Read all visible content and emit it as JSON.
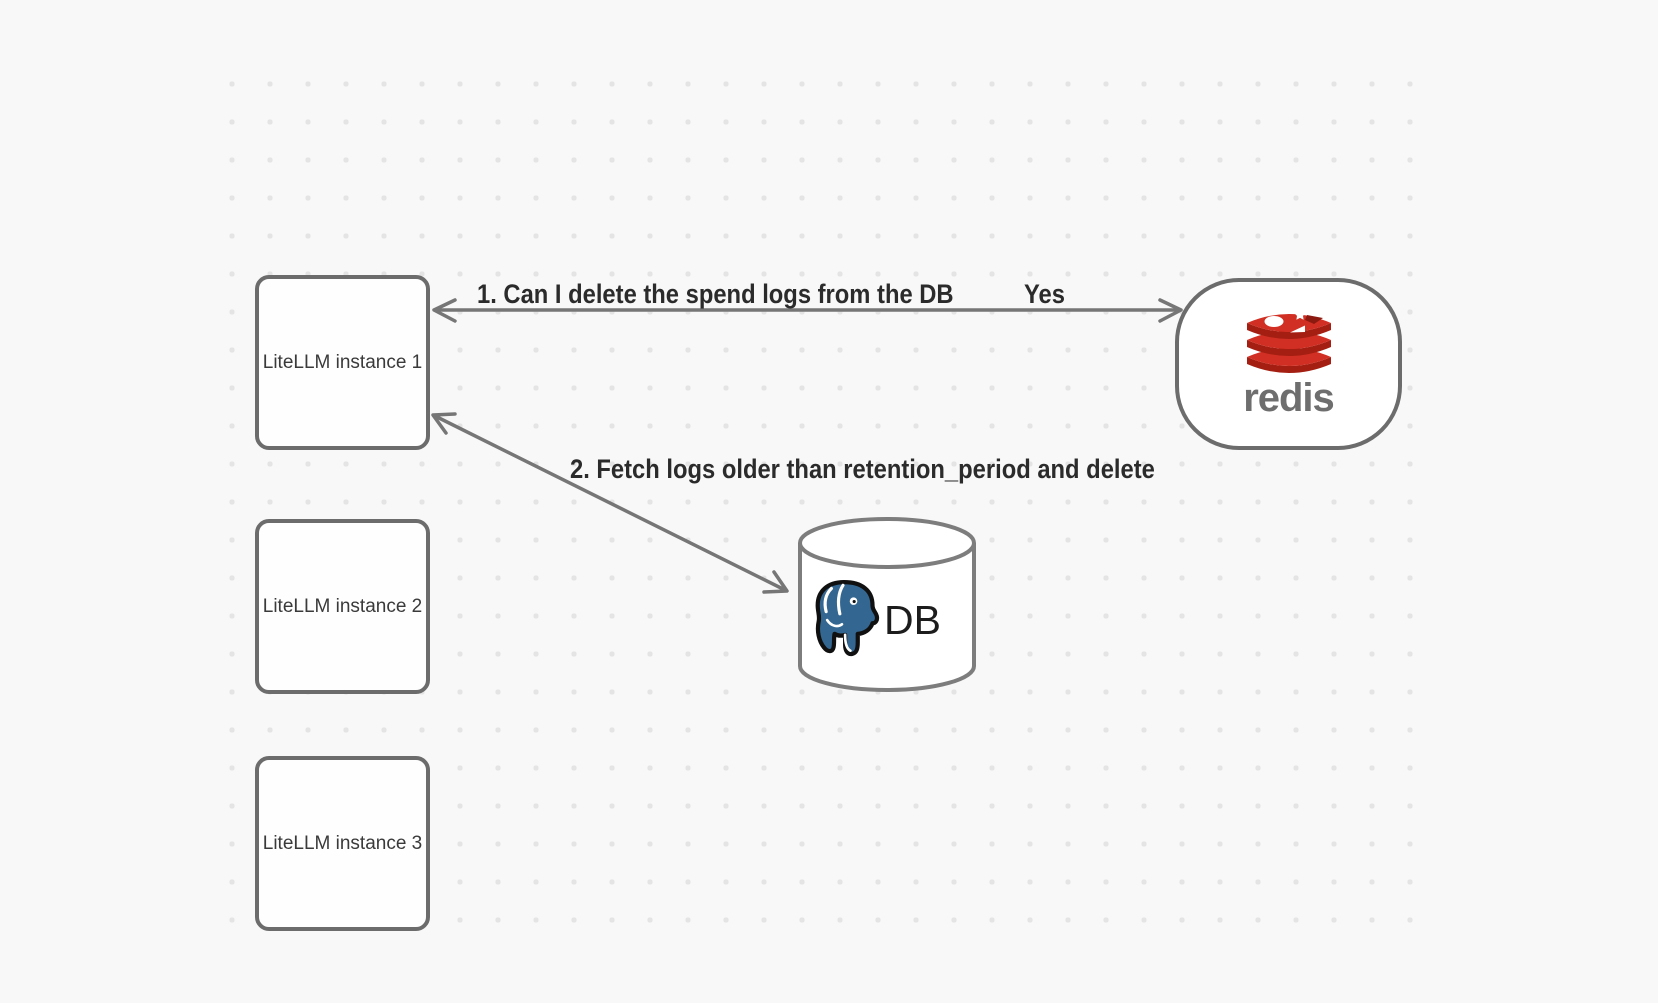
{
  "canvas": {
    "background_color": "#f8f8f8",
    "dot_color": "#e4e4e4"
  },
  "nodes": {
    "instances": [
      {
        "label": "LiteLLM instance 1"
      },
      {
        "label": "LiteLLM instance 2"
      },
      {
        "label": "LiteLLM instance 3"
      }
    ],
    "redis": {
      "label": "redis",
      "logo": "redis-logo",
      "brand_red": "#d12f23",
      "brand_red_dark": "#a41e11"
    },
    "db": {
      "label": "DB",
      "logo": "postgresql-elephant-logo",
      "brand_blue": "#336791"
    }
  },
  "edges": [
    {
      "from": "LiteLLM instance 1",
      "to": "redis",
      "label": "1.  Can I delete the spend logs from the DB",
      "response": "Yes",
      "arrow": "double-headed"
    },
    {
      "from": "LiteLLM instance 1",
      "to": "DB",
      "label": "2.  Fetch logs older than retention_period and delete",
      "arrow": "double-headed"
    }
  ]
}
